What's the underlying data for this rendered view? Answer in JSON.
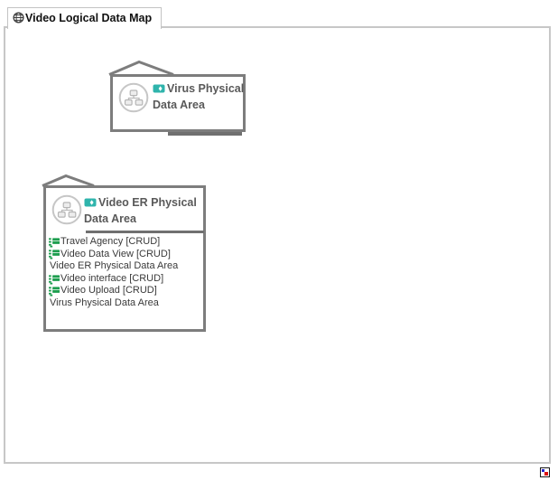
{
  "window": {
    "tab_title": "Video Logical Data Map"
  },
  "colors": {
    "accent_teal": "#2FB4AC",
    "entity_green": "#1E9E4F",
    "shape_border": "#7D7D7D",
    "frame_border": "#C7C7C7",
    "title_text": "#595959",
    "list_text": "#3A3A3A"
  },
  "icons": {
    "tab_icon": "globe-icon",
    "shape_badge": "diagram-circle-icon",
    "title_icon": "data-area-icon",
    "list_icon": "entity-icon",
    "corner_button": "overview-icon"
  },
  "shapes": [
    {
      "type": "data-area",
      "title": "Virus Physical Data Area",
      "items": []
    },
    {
      "type": "data-area",
      "title": "Video ER Physical Data Area",
      "items": [
        {
          "icon": "entity-icon",
          "label": "Travel Agency [CRUD]"
        },
        {
          "icon": "entity-icon",
          "label": "Video Data View [CRUD]"
        },
        {
          "icon": null,
          "label": "Video ER Physical Data Area"
        },
        {
          "icon": "entity-icon",
          "label": "Video interface [CRUD]"
        },
        {
          "icon": "entity-icon",
          "label": "Video Upload [CRUD]"
        },
        {
          "icon": null,
          "label": "Virus Physical Data Area"
        }
      ]
    }
  ]
}
